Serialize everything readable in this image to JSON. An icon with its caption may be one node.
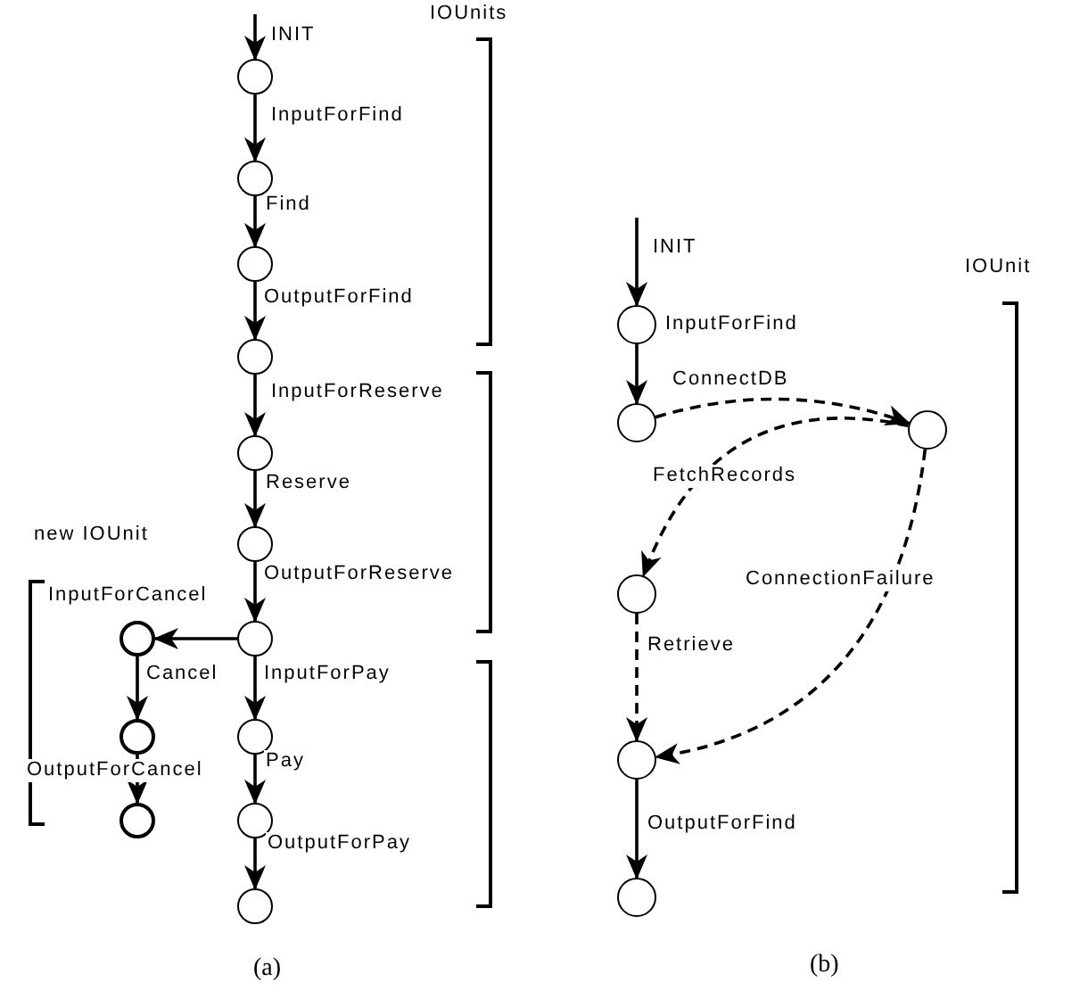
{
  "diagram": {
    "nodes": [
      {
        "text": [],
        "shape": "circle"
      },
      {
        "text": [],
        "shape": "circle"
      },
      {
        "text": [],
        "shape": "circle"
      },
      {
        "text": [],
        "shape": "circle"
      },
      {
        "text": [],
        "shape": "circle"
      },
      {
        "text": [],
        "shape": "circle"
      },
      {
        "text": [],
        "shape": "circle"
      },
      {
        "text": [],
        "shape": "circle"
      },
      {
        "text": [],
        "shape": "circle"
      },
      {
        "text": [],
        "shape": "circle"
      },
      {
        "text": [],
        "shape": "circle"
      },
      {
        "text": [],
        "shape": "circle"
      },
      {
        "text": [],
        "shape": "circle"
      },
      {
        "text": [],
        "shape": "circle"
      },
      {
        "text": [],
        "shape": "circle"
      },
      {
        "text": [],
        "shape": "circle"
      },
      {
        "text": [],
        "shape": "circle"
      },
      {
        "text": [],
        "shape": "circle"
      },
      {
        "text": [],
        "shape": "circle"
      }
    ],
    "edges": [
      {
        "from": null,
        "to": 0,
        "arrow": "to",
        "label": "INIT"
      },
      {
        "from": 0,
        "to": 1,
        "arrow": "to",
        "label": "InputForFind"
      },
      {
        "from": 1,
        "to": 2,
        "arrow": "to",
        "label": "Find"
      },
      {
        "from": 2,
        "to": 3,
        "arrow": "to",
        "label": "OutputForFind"
      },
      {
        "from": 3,
        "to": 4,
        "arrow": "to",
        "label": "InputForReserve"
      },
      {
        "from": 4,
        "to": 5,
        "arrow": "to",
        "label": "Reserve"
      },
      {
        "from": 5,
        "to": 6,
        "arrow": "to",
        "label": "OutputForReserve"
      },
      {
        "from": 6,
        "to": 7,
        "arrow": "to",
        "label": "InputForCancel"
      },
      {
        "from": 6,
        "to": 8,
        "arrow": "to",
        "label": "InputForPay"
      },
      {
        "from": 7,
        "to": 9,
        "arrow": "to",
        "label": "Cancel"
      },
      {
        "from": 8,
        "to": 10,
        "arrow": "to",
        "label": "Pay"
      },
      {
        "from": 9,
        "to": 11,
        "arrow": "to",
        "label": "OutputForCancel"
      },
      {
        "from": 10,
        "to": 12,
        "arrow": "to",
        "label": "OutputForPay"
      },
      {
        "from": null,
        "to": 13,
        "arrow": "to",
        "label": "INIT"
      },
      {
        "from": 13,
        "to": 14,
        "arrow": "to",
        "label": "InputForFind"
      },
      {
        "from": 14,
        "to": 15,
        "arrow": "to",
        "label": "ConnectDB",
        "style": "dashed"
      },
      {
        "from": 15,
        "to": 16,
        "arrow": "to",
        "label": "FetchRecords",
        "style": "dashed"
      },
      {
        "from": 15,
        "to": 17,
        "arrow": "to",
        "label": "ConnectionFailure",
        "style": "dashed"
      },
      {
        "from": 16,
        "to": 17,
        "arrow": "to",
        "label": "Retrieve",
        "style": "dashed"
      },
      {
        "from": 17,
        "to": 18,
        "arrow": "to",
        "label": "OutputForFind"
      }
    ],
    "labels": [
      "IOUnits",
      "new IOUnit",
      "(a)",
      "IOUnit",
      "(b)"
    ]
  }
}
